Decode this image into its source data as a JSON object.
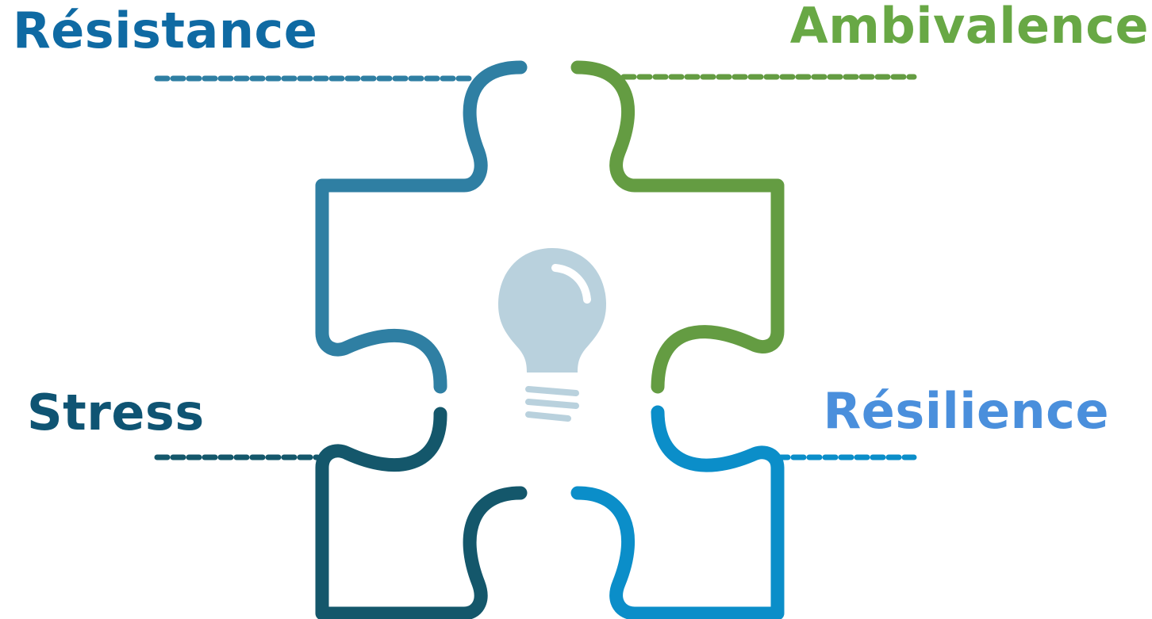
{
  "labels": {
    "top_left": "Résistance",
    "top_right": "Ambivalence",
    "bottom_left": "Stress",
    "bottom_right": "Résilience"
  },
  "colors": {
    "top_left": "#2f7fa3",
    "top_right": "#649c42",
    "bottom_left": "#14576b",
    "bottom_right": "#0b8ec9",
    "label_top_left": "#0f6aa3",
    "label_top_right": "#68a845",
    "label_bottom_left": "#0f5473",
    "label_bottom_right": "#4a8fdc",
    "bulb": "#b9d1dd"
  },
  "center_icon": "lightbulb-icon"
}
